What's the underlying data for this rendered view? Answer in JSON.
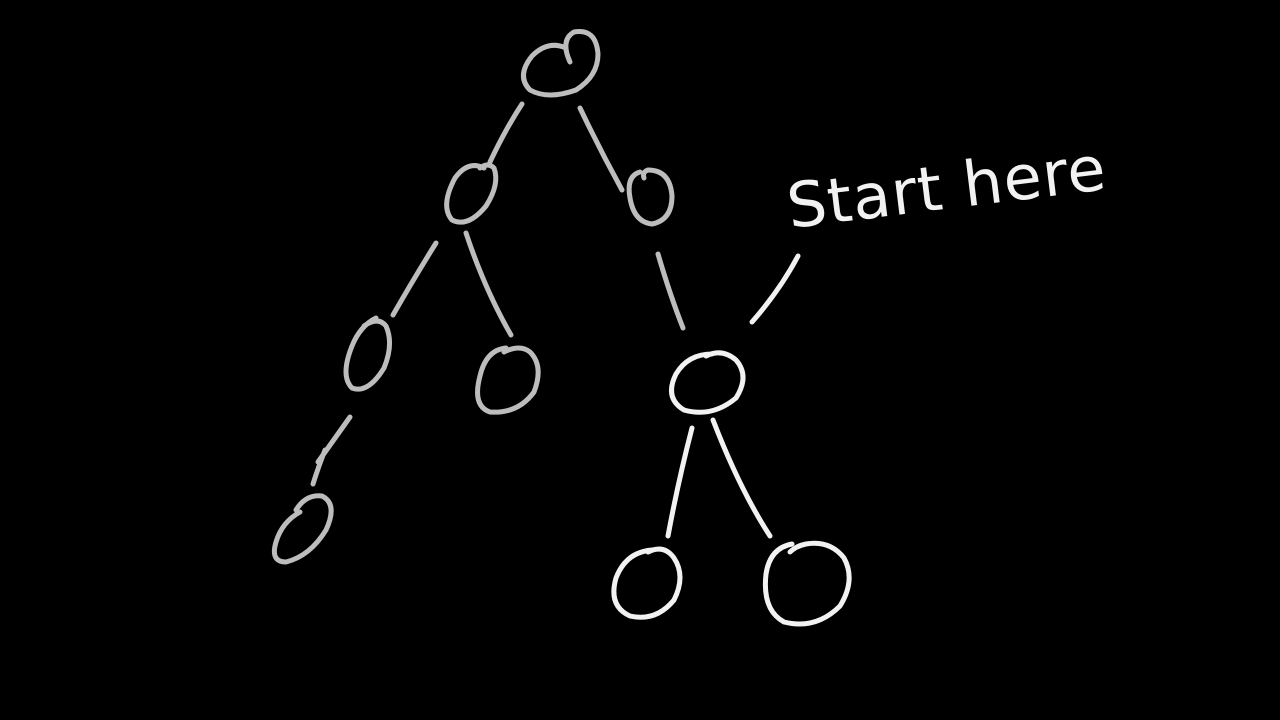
{
  "annotation": {
    "text": "Start here"
  },
  "colors": {
    "background": "#000000",
    "visited_stroke": "#bdbdbd",
    "active_stroke": "#f2f2f2"
  },
  "tree": {
    "node_count": 9,
    "edge_count": 8
  }
}
